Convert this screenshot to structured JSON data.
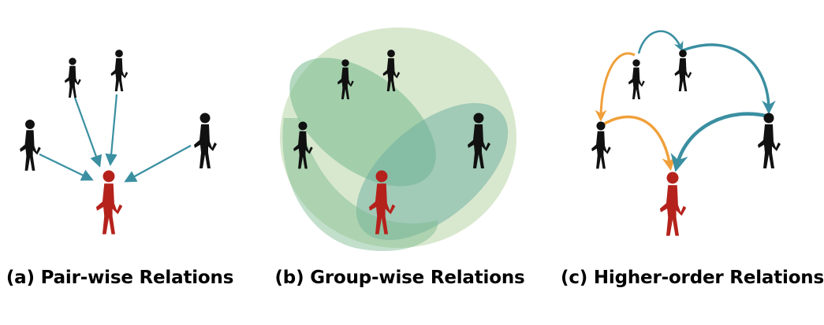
{
  "panels": [
    {
      "id": "a",
      "caption": "(a) Pair-wise Relations"
    },
    {
      "id": "b",
      "caption": "(b) Group-wise Relations"
    },
    {
      "id": "c",
      "caption": "(c) Higher-order Relations"
    }
  ],
  "colors": {
    "person": "#111111",
    "target_person": "#b5221c",
    "pairwise_arrow": "#3a8fa1",
    "higher_order_arrow_teal": "#3a8fa1",
    "higher_order_arrow_orange": "#f0a03a",
    "group_ellipse_1": "#77b98c",
    "group_ellipse_2": "#b8d5a5",
    "group_ellipse_3": "#6aab9f"
  },
  "icons": [
    "person-icon",
    "target-person-icon",
    "arrow-icon",
    "group-ellipse"
  ]
}
